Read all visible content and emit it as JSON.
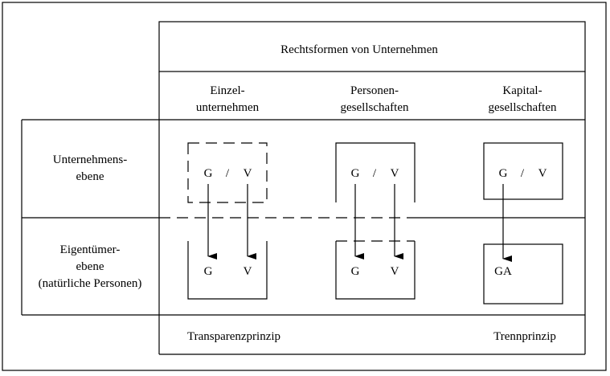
{
  "title": "Rechtsformen von Unternehmen",
  "columns": [
    {
      "line1": "Einzel-",
      "line2": "unternehmen"
    },
    {
      "line1": "Personen-",
      "line2": "gesellschaften"
    },
    {
      "line1": "Kapital-",
      "line2": "gesellschaften"
    }
  ],
  "rows": {
    "unternehmen": {
      "line1": "Unternehmens-",
      "line2": "ebene"
    },
    "eigentuemer": {
      "line1": "Eigentümer-",
      "line2": "ebene",
      "line3": "(natürliche Personen)"
    }
  },
  "symbols": {
    "g": "G",
    "slash": "/",
    "v": "V",
    "ga": "GA"
  },
  "footer": {
    "left": "Transparenzprinzip",
    "right": "Trennprinzip"
  }
}
